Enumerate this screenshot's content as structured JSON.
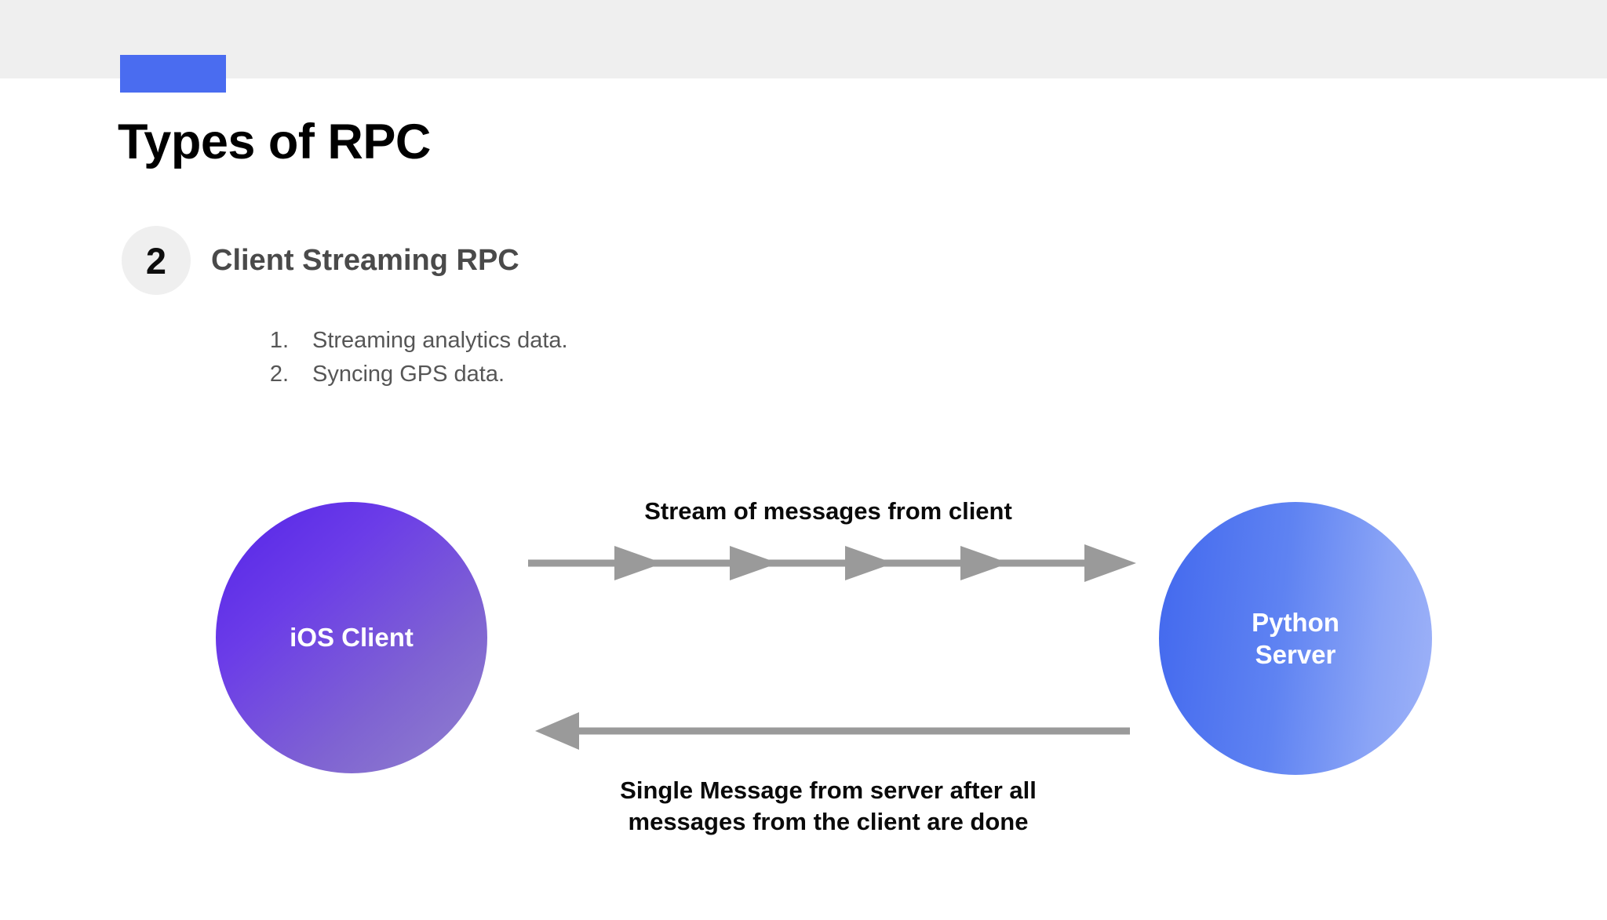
{
  "slide": {
    "title": "Types of RPC",
    "accent_color": "#4a6cf0",
    "band_color": "#efefef",
    "background": "#ffffff"
  },
  "section": {
    "number": "2",
    "heading": "Client Streaming RPC",
    "badge_bg": "#efefef",
    "heading_color": "#4a4a4a"
  },
  "list": {
    "items": [
      {
        "marker": "1.",
        "text": "Streaming analytics data."
      },
      {
        "marker": "2.",
        "text": "Syncing GPS data."
      }
    ]
  },
  "diagram": {
    "client_node": {
      "label": "iOS Client",
      "gradient_from": "#5524e8",
      "gradient_to": "#9182cd"
    },
    "server_node": {
      "label_line1": "Python",
      "label_line2": "Server",
      "gradient_from": "#4268ee",
      "gradient_to": "#9eb2f8"
    },
    "arrow_top": {
      "label": "Stream of messages from client",
      "direction": "left-to-right",
      "arrowhead_count": 5,
      "color": "#9a9a9a"
    },
    "arrow_bottom": {
      "label_line1": "Single Message from server after all",
      "label_line2": "messages from the client are done",
      "direction": "right-to-left",
      "arrowhead_count": 1,
      "color": "#9a9a9a"
    }
  }
}
